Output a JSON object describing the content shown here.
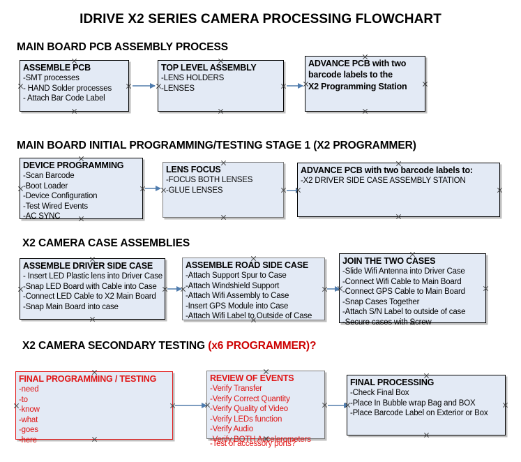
{
  "title": "IDRIVE X2  SERIES CAMERA PROCESSING FLOWCHART",
  "colors": {
    "box_fill": "#e3eaf5",
    "box_border": "#000000",
    "box_border_gray": "#7b7b7b",
    "box_border_red": "#e01515",
    "red_text": "#e01515",
    "accent_red": "#cc0000",
    "arrow": "#7d9dc0",
    "shadow": "#bfbfbf"
  },
  "sections": [
    {
      "id": "pcb-assembly",
      "heading": "MAIN BOARD PCB ASSEMBLY PROCESS",
      "heading_accent": "",
      "boxes": [
        {
          "id": "assemble-pcb",
          "header": "ASSEMBLE PCB",
          "lines": [
            "-SMT processes",
            "- HAND Solder processes",
            "- Attach Bar Code Label"
          ]
        },
        {
          "id": "top-level-assembly",
          "header": "TOP LEVEL ASSEMBLY",
          "lines": [
            "-LENS HOLDERS",
            "-LENSES"
          ]
        },
        {
          "id": "advance-pcb-x2-station",
          "header": "ADVANCE PCB with two",
          "lines": [
            "barcode labels to the",
            " X2 Programming Station"
          ]
        }
      ]
    },
    {
      "id": "initial-programming",
      "heading": "MAIN BOARD INITIAL PROGRAMMING/TESTING STAGE 1 (X2 PROGRAMMER)",
      "heading_accent": "",
      "boxes": [
        {
          "id": "device-programming",
          "header": "DEVICE PROGRAMMING",
          "lines": [
            "-Scan Barcode",
            "-Boot Loader",
            "-Device Configuration",
            "-Test Wired Events",
            "-AC SYNC"
          ]
        },
        {
          "id": "lens-focus",
          "header": "LENS FOCUS",
          "lines": [
            "-FOCUS BOTH LENSES",
            "-GLUE LENSES"
          ]
        },
        {
          "id": "advance-pcb-driver-side",
          "header": "ADVANCE PCB with two barcode labels to:",
          "lines": [
            "-X2 DRIVER  SIDE  CASE  ASSEMBLY STATION"
          ]
        }
      ]
    },
    {
      "id": "case-assemblies",
      "heading": "X2 CAMERA CASE ASSEMBLIES",
      "heading_accent": "",
      "boxes": [
        {
          "id": "assemble-driver-side-case",
          "header": "ASSEMBLE DRIVER SIDE CASE",
          "lines": [
            "- Insert LED Plastic lens into Driver Case",
            "-Snap LED Board with Cable into Case",
            "-Connect LED Cable to X2 Main Board",
            "-Snap Main Board into case"
          ]
        },
        {
          "id": "assemble-road-side-case",
          "header": "ASSEMBLE ROAD SIDE CASE",
          "lines": [
            "-Attach Support Spur to Case",
            "-Attach Windshield Support",
            "-Attach Wifi Assembly to Case",
            "-Insert GPS Module into Case",
            "-Attach Wifi Label to Outside of Case"
          ]
        },
        {
          "id": "join-the-two-cases",
          "header": "JOIN THE TWO CASES",
          "lines": [
            "-Slide Wifi Antenna into Driver Case",
            "-Connect Wifi Cable to Main Board",
            "-Connect GPS Cable to Main Board",
            "-Snap Cases Together",
            "-Attach S/N Label to outside of case",
            "-Secure cases with Screw"
          ]
        }
      ]
    },
    {
      "id": "secondary-testing",
      "heading": "X2 CAMERA SECONDARY TESTING ",
      "heading_accent": "(x6 PROGRAMMER)?",
      "boxes": [
        {
          "id": "final-programming-testing",
          "header": "FINAL PROGRAMMING / TESTING",
          "lines": [
            "-need",
            "-to",
            "-know",
            "-what",
            "-goes",
            "-here"
          ]
        },
        {
          "id": "review-of-events",
          "header": "REVIEW OF EVENTS",
          "lines": [
            "-Verify Transfer",
            "-Verify Correct Quantity",
            "-Verify Quality of Video",
            "-Verify LEDs function",
            "-Verify Audio",
            "-Verify BOTH Accelerometers"
          ],
          "overflow_line": "-Test of accessory ports?"
        },
        {
          "id": "final-processing",
          "header": "FINAL PROCESSING",
          "lines": [
            " -Check Final Box",
            "-Place In Bubble wrap Bag and BOX",
            "-Place Barcode Label on Exterior or Box"
          ]
        }
      ]
    }
  ]
}
